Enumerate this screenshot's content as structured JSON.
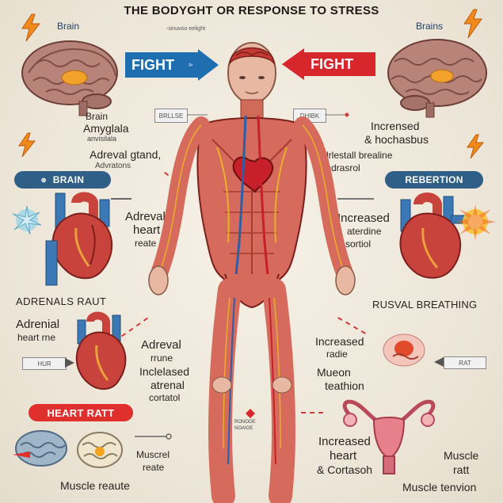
{
  "title": "THE BODYGHT OR RESPONSE TO STRESS",
  "subtitle": "-sinuvoo eelight",
  "fight_left": "FIGHT",
  "fight_left_mark": "⊳",
  "fight_right": "FIGHT",
  "labels": {
    "brain_tl": "Brain",
    "brains_tr": "Brains",
    "amygdala_1": "Amyglala",
    "amygdala_2": "anvisilala",
    "adreval_gland_1": "Adreval gtand,",
    "adreval_gland_2": "Advratons",
    "increased_tr_1": "Incrensed",
    "increased_tr_2": "& hochasbus",
    "adrenal_breathing_1": "Adrlestall brealine",
    "adrenal_breathing_2": "& hdrasrol",
    "brain_pill": "BRAIN",
    "respiration_pill": "REBERTION",
    "adreval_heart_1": "Adreval",
    "adreval_heart_2": "heart",
    "adreval_heart_3": "reate",
    "increased_right_1": "Increased",
    "increased_right_2": "aterdine",
    "increased_right_3": "sortiol",
    "adrenals_raut": "ADRENALS RAUT",
    "rusval_breathing": "RUSVAL BREATHING",
    "adrenial_heart_1": "Adrenial",
    "adrenial_heart_2": "heart rne",
    "adreval_center_1": "Adreval",
    "adreval_center_2": "rrune",
    "adreval_center_3": "Inclelased",
    "adreval_center_4": "atrenal",
    "adreval_center_5": "cortatol",
    "increased_radie_1": "Increased",
    "increased_radie_2": "radie",
    "mucon_1": "Mueon",
    "mucon_2": "teathion",
    "heart_ratt_pill": "HEART RATT",
    "center_small_1": "RONOOE",
    "center_small_2": "NOAIOE",
    "increased_heart_1": "Increased",
    "increased_heart_2": "heart",
    "increased_heart_3": "& Cortasoh",
    "muscle_ratt_1": "Muscle",
    "muscle_ratt_2": "ratt",
    "muscl_reate_1": "Muscrel",
    "muscl_reate_2": "reate",
    "muscle_reaute": "Muscle reaute",
    "muscle_tenvion": "Muscle tenvion"
  },
  "tags": {
    "tag_left_top": "BRLLSE",
    "tag_right_top": "DHIBK",
    "tag_left_mid": "HUR",
    "tag_right_mid": "RAT"
  },
  "colors": {
    "fight_blue": "#1f6fb0",
    "fight_red": "#d7262c",
    "pill_blue": "#2f5f86",
    "pill_red": "#e0302e",
    "bolt_orange": "#f08a1c",
    "muscle_red": "#c9433d"
  }
}
